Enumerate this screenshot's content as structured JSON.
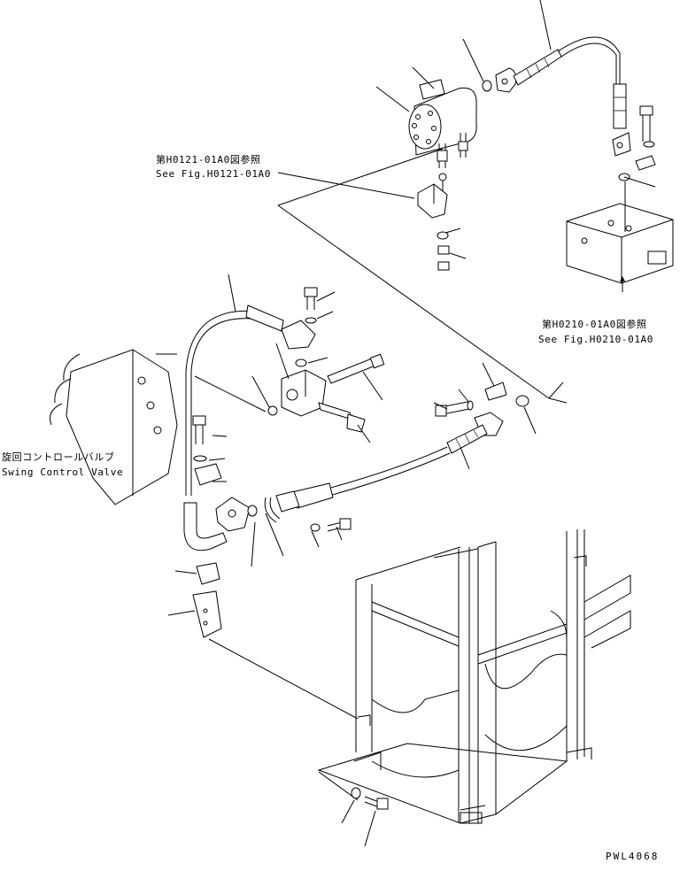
{
  "references": {
    "top_left": {
      "jp": "第H0121-01A0図参照",
      "en": "See Fig.H0121-01A0"
    },
    "right": {
      "jp": "第H0210-01A0図参照",
      "en": "See Fig.H0210-01A0"
    }
  },
  "swing_valve": {
    "jp": "旋回コントロールバルブ",
    "en": "Swing Control Valve"
  },
  "drawing_code": "PWL4068"
}
